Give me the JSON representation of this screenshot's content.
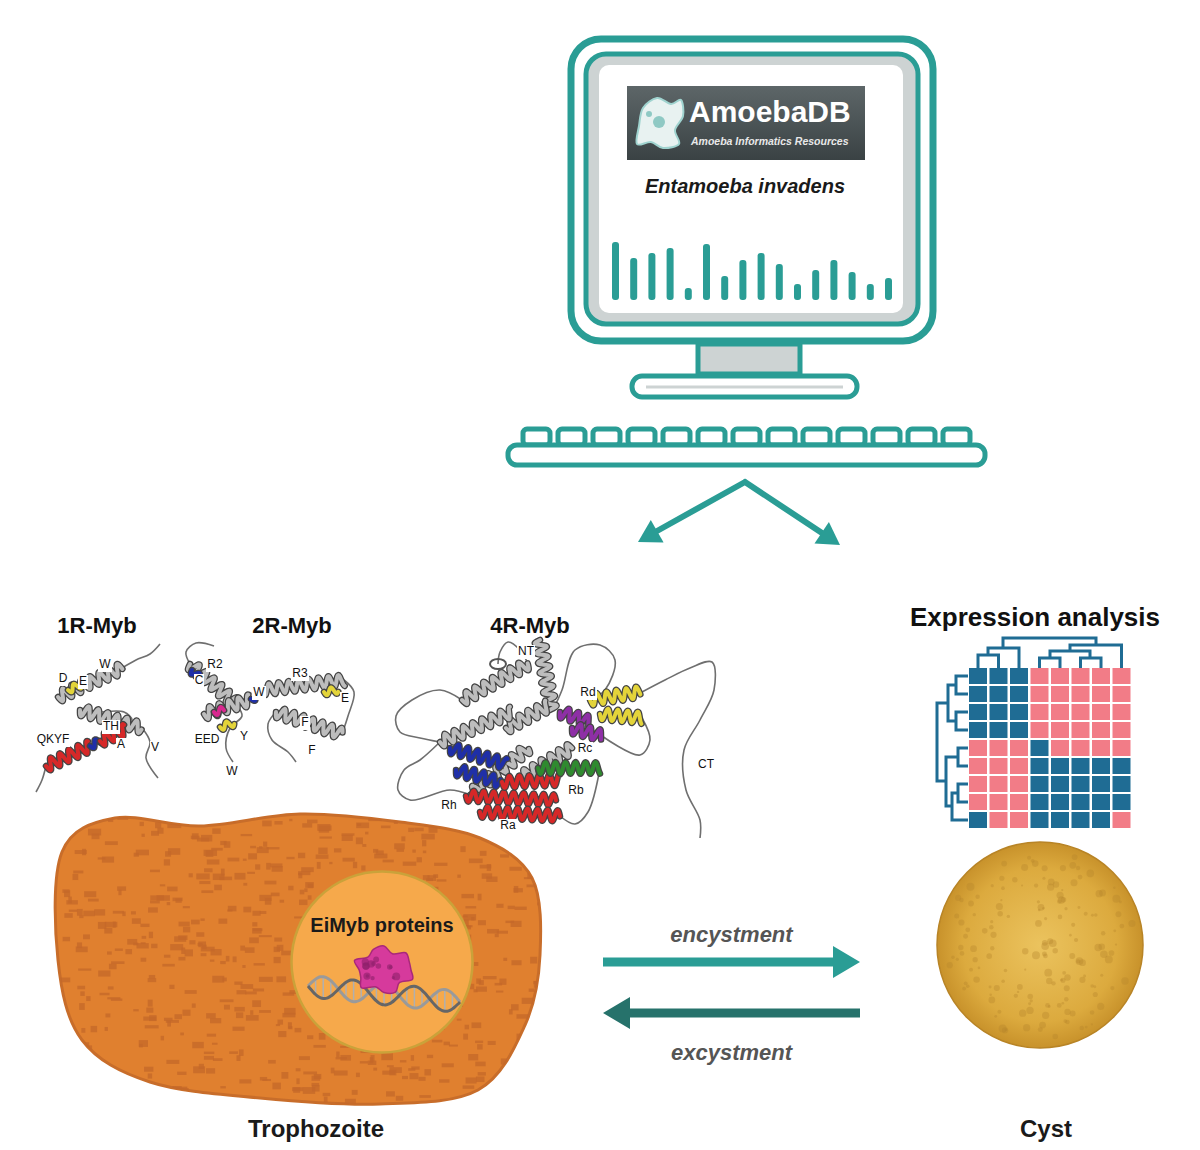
{
  "diagram": {
    "nodes": [
      {
        "text": [
          "Entamoeba invadens"
        ]
      },
      {
        "text": [
          "AmoebaDB",
          "Amoeba Informatics Resources"
        ],
        "in": 0
      },
      {
        "text": [
          "Trophozoite"
        ]
      },
      {
        "text": [
          "EiMyb proteins"
        ],
        "in": 2
      },
      {
        "text": [
          "Cyst"
        ]
      }
    ],
    "edges": [
      {
        "from": 2,
        "to": 4,
        "arrow": "to",
        "label": "encystment"
      },
      {
        "from": 4,
        "to": 2,
        "arrow": "to",
        "label": "excystment"
      }
    ],
    "labels": [
      "1R-Myb",
      "2R-Myb",
      "4R-Myb",
      "Expression analysis",
      "W",
      "D",
      "E",
      "TH",
      "QKYF",
      "A",
      "V",
      "R2",
      "C",
      "W",
      "R3",
      "EED",
      "Y",
      "W",
      "F",
      "E",
      "F",
      "NT",
      "Rd",
      "Rc",
      "Rh",
      "Rb",
      "Ra",
      "CT"
    ]
  }
}
